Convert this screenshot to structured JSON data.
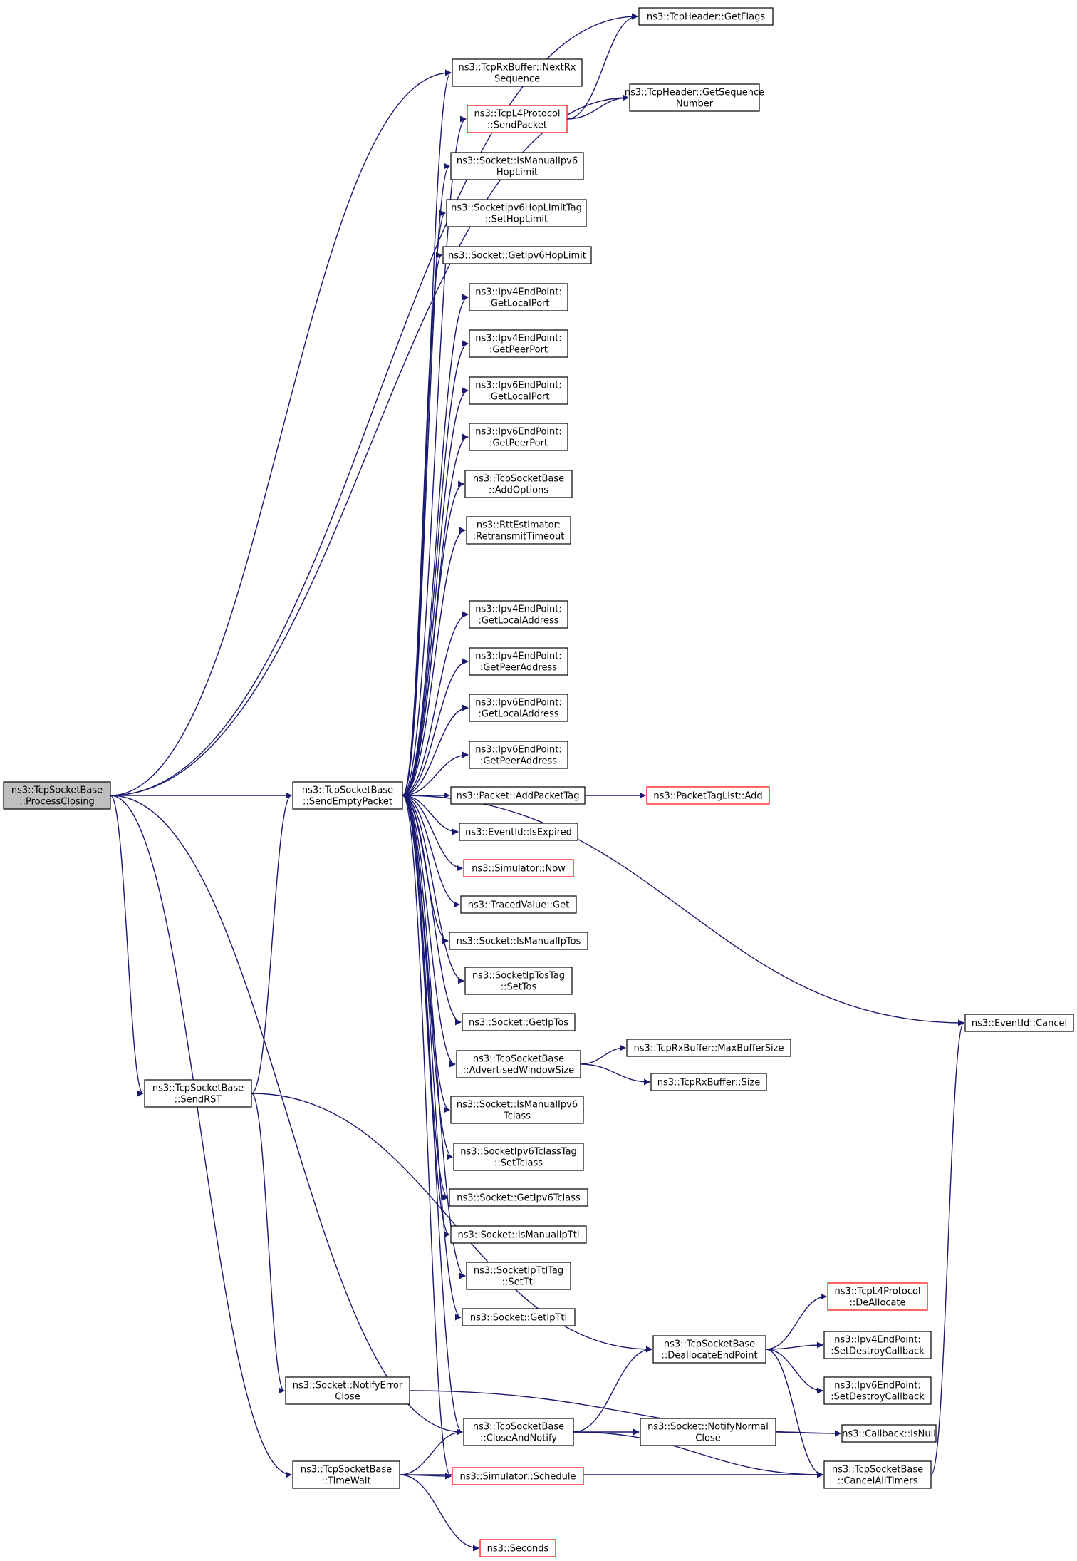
{
  "graph": {
    "root": "ProcessClosing",
    "nodes": {
      "ProcessClosing": {
        "lines": [
          "ns3::TcpSocketBase",
          "::ProcessClosing"
        ],
        "style": "current"
      },
      "SendEmptyPacket": {
        "lines": [
          "ns3::TcpSocketBase",
          "::SendEmptyPacket"
        ],
        "style": "normal"
      },
      "SendRST": {
        "lines": [
          "ns3::TcpSocketBase",
          "::SendRST"
        ],
        "style": "normal"
      },
      "TimeWait": {
        "lines": [
          "ns3::TcpSocketBase",
          "::TimeWait"
        ],
        "style": "normal"
      },
      "NotifyErrorClose": {
        "lines": [
          "ns3::Socket::NotifyError",
          "Close"
        ],
        "style": "normal"
      },
      "CloseAndNotify": {
        "lines": [
          "ns3::TcpSocketBase",
          "::CloseAndNotify"
        ],
        "style": "normal"
      },
      "DeallocateEndPoint": {
        "lines": [
          "ns3::TcpSocketBase",
          "::DeallocateEndPoint"
        ],
        "style": "normal"
      },
      "NotifyNormalClose": {
        "lines": [
          "ns3::Socket::NotifyNormal",
          "Close"
        ],
        "style": "normal"
      },
      "SimulatorSchedule": {
        "lines": [
          "ns3::Simulator::Schedule"
        ],
        "style": "red"
      },
      "Seconds": {
        "lines": [
          "ns3::Seconds"
        ],
        "style": "red"
      },
      "CancelAllTimers": {
        "lines": [
          "ns3::TcpSocketBase",
          "::CancelAllTimers"
        ],
        "style": "normal"
      },
      "CallbackIsNull": {
        "lines": [
          "ns3::Callback::IsNull"
        ],
        "style": "normal"
      },
      "TcpL4DeAllocate": {
        "lines": [
          "ns3::TcpL4Protocol",
          "::DeAllocate"
        ],
        "style": "red"
      },
      "Ipv4SetDestroyCallback": {
        "lines": [
          "ns3::Ipv4EndPoint:",
          ":SetDestroyCallback"
        ],
        "style": "normal"
      },
      "Ipv6SetDestroyCallback": {
        "lines": [
          "ns3::Ipv6EndPoint:",
          ":SetDestroyCallback"
        ],
        "style": "normal"
      },
      "EventIdCancel": {
        "lines": [
          "ns3::EventId::Cancel"
        ],
        "style": "normal"
      },
      "GetFlags": {
        "lines": [
          "ns3::TcpHeader::GetFlags"
        ],
        "style": "normal"
      },
      "GetSequenceNumber": {
        "lines": [
          "ns3::TcpHeader::GetSequence",
          "Number"
        ],
        "style": "normal"
      },
      "NextRxSequence": {
        "lines": [
          "ns3::TcpRxBuffer::NextRx",
          "Sequence"
        ],
        "style": "normal"
      },
      "TcpL4SendPacket": {
        "lines": [
          "ns3::TcpL4Protocol",
          "::SendPacket"
        ],
        "style": "red"
      },
      "IsManualIpv6HopLimit": {
        "lines": [
          "ns3::Socket::IsManualIpv6",
          "HopLimit"
        ],
        "style": "normal"
      },
      "SetHopLimit": {
        "lines": [
          "ns3::SocketIpv6HopLimitTag",
          "::SetHopLimit"
        ],
        "style": "normal"
      },
      "GetIpv6HopLimit": {
        "lines": [
          "ns3::Socket::GetIpv6HopLimit"
        ],
        "style": "normal"
      },
      "Ipv4GetLocalPort": {
        "lines": [
          "ns3::Ipv4EndPoint:",
          ":GetLocalPort"
        ],
        "style": "normal"
      },
      "Ipv4GetPeerPort": {
        "lines": [
          "ns3::Ipv4EndPoint:",
          ":GetPeerPort"
        ],
        "style": "normal"
      },
      "Ipv6GetLocalPort": {
        "lines": [
          "ns3::Ipv6EndPoint:",
          ":GetLocalPort"
        ],
        "style": "normal"
      },
      "Ipv6GetPeerPort": {
        "lines": [
          "ns3::Ipv6EndPoint:",
          ":GetPeerPort"
        ],
        "style": "normal"
      },
      "AddOptions": {
        "lines": [
          "ns3::TcpSocketBase",
          "::AddOptions"
        ],
        "style": "normal"
      },
      "RetransmitTimeout": {
        "lines": [
          "ns3::RttEstimator:",
          ":RetransmitTimeout"
        ],
        "style": "normal"
      },
      "Ipv4GetLocalAddress": {
        "lines": [
          "ns3::Ipv4EndPoint:",
          ":GetLocalAddress"
        ],
        "style": "normal"
      },
      "Ipv4GetPeerAddress": {
        "lines": [
          "ns3::Ipv4EndPoint:",
          ":GetPeerAddress"
        ],
        "style": "normal"
      },
      "Ipv6GetLocalAddress": {
        "lines": [
          "ns3::Ipv6EndPoint:",
          ":GetLocalAddress"
        ],
        "style": "normal"
      },
      "Ipv6GetPeerAddress": {
        "lines": [
          "ns3::Ipv6EndPoint:",
          ":GetPeerAddress"
        ],
        "style": "normal"
      },
      "AddPacketTag": {
        "lines": [
          "ns3::Packet::AddPacketTag"
        ],
        "style": "normal"
      },
      "PacketTagListAdd": {
        "lines": [
          "ns3::PacketTagList::Add"
        ],
        "style": "red"
      },
      "EventIdIsExpired": {
        "lines": [
          "ns3::EventId::IsExpired"
        ],
        "style": "normal"
      },
      "SimulatorNow": {
        "lines": [
          "ns3::Simulator::Now"
        ],
        "style": "red"
      },
      "TracedValueGet": {
        "lines": [
          "ns3::TracedValue::Get"
        ],
        "style": "normal"
      },
      "IsManualIpTos": {
        "lines": [
          "ns3::Socket::IsManualIpTos"
        ],
        "style": "normal"
      },
      "SetTos": {
        "lines": [
          "ns3::SocketIpTosTag",
          "::SetTos"
        ],
        "style": "normal"
      },
      "GetIpTos": {
        "lines": [
          "ns3::Socket::GetIpTos"
        ],
        "style": "normal"
      },
      "AdvertisedWindowSize": {
        "lines": [
          "ns3::TcpSocketBase",
          "::AdvertisedWindowSize"
        ],
        "style": "normal"
      },
      "MaxBufferSize": {
        "lines": [
          "ns3::TcpRxBuffer::MaxBufferSize"
        ],
        "style": "normal"
      },
      "RxBufferSize": {
        "lines": [
          "ns3::TcpRxBuffer::Size"
        ],
        "style": "normal"
      },
      "IsManualIpv6Tclass": {
        "lines": [
          "ns3::Socket::IsManualIpv6",
          "Tclass"
        ],
        "style": "normal"
      },
      "SetTclass": {
        "lines": [
          "ns3::SocketIpv6TclassTag",
          "::SetTclass"
        ],
        "style": "normal"
      },
      "GetIpv6Tclass": {
        "lines": [
          "ns3::Socket::GetIpv6Tclass"
        ],
        "style": "normal"
      },
      "IsManualIpTtl": {
        "lines": [
          "ns3::Socket::IsManualIpTtl"
        ],
        "style": "normal"
      },
      "SetTtl": {
        "lines": [
          "ns3::SocketIpTtlTag",
          "::SetTtl"
        ],
        "style": "normal"
      },
      "GetIpTtl": {
        "lines": [
          "ns3::Socket::GetIpTtl"
        ],
        "style": "normal"
      }
    },
    "edges": [
      [
        "ProcessClosing",
        "SendEmptyPacket"
      ],
      [
        "ProcessClosing",
        "GetFlags"
      ],
      [
        "ProcessClosing",
        "GetSequenceNumber"
      ],
      [
        "ProcessClosing",
        "NextRxSequence"
      ],
      [
        "ProcessClosing",
        "SendRST"
      ],
      [
        "ProcessClosing",
        "CloseAndNotify"
      ],
      [
        "ProcessClosing",
        "TimeWait"
      ],
      [
        "SendRST",
        "SendEmptyPacket"
      ],
      [
        "SendRST",
        "DeallocateEndPoint"
      ],
      [
        "SendRST",
        "NotifyErrorClose"
      ],
      [
        "NotifyErrorClose",
        "CallbackIsNull"
      ],
      [
        "TimeWait",
        "CloseAndNotify"
      ],
      [
        "TimeWait",
        "SimulatorSchedule"
      ],
      [
        "TimeWait",
        "Seconds"
      ],
      [
        "TimeWait",
        "CancelAllTimers"
      ],
      [
        "CloseAndNotify",
        "DeallocateEndPoint"
      ],
      [
        "CloseAndNotify",
        "NotifyNormalClose"
      ],
      [
        "CloseAndNotify",
        "CancelAllTimers"
      ],
      [
        "NotifyNormalClose",
        "CallbackIsNull"
      ],
      [
        "DeallocateEndPoint",
        "TcpL4DeAllocate"
      ],
      [
        "DeallocateEndPoint",
        "Ipv4SetDestroyCallback"
      ],
      [
        "DeallocateEndPoint",
        "Ipv6SetDestroyCallback"
      ],
      [
        "DeallocateEndPoint",
        "CancelAllTimers"
      ],
      [
        "CancelAllTimers",
        "EventIdCancel"
      ],
      [
        "TcpL4SendPacket",
        "GetFlags"
      ],
      [
        "TcpL4SendPacket",
        "GetSequenceNumber"
      ],
      [
        "AdvertisedWindowSize",
        "MaxBufferSize"
      ],
      [
        "AdvertisedWindowSize",
        "RxBufferSize"
      ],
      [
        "AddPacketTag",
        "PacketTagListAdd"
      ],
      [
        "SendEmptyPacket",
        "NextRxSequence"
      ],
      [
        "SendEmptyPacket",
        "TcpL4SendPacket"
      ],
      [
        "SendEmptyPacket",
        "IsManualIpv6HopLimit"
      ],
      [
        "SendEmptyPacket",
        "SetHopLimit"
      ],
      [
        "SendEmptyPacket",
        "GetIpv6HopLimit"
      ],
      [
        "SendEmptyPacket",
        "Ipv4GetLocalPort"
      ],
      [
        "SendEmptyPacket",
        "Ipv4GetPeerPort"
      ],
      [
        "SendEmptyPacket",
        "Ipv6GetLocalPort"
      ],
      [
        "SendEmptyPacket",
        "Ipv6GetPeerPort"
      ],
      [
        "SendEmptyPacket",
        "AddOptions"
      ],
      [
        "SendEmptyPacket",
        "RetransmitTimeout"
      ],
      [
        "SendEmptyPacket",
        "EventIdCancel"
      ],
      [
        "SendEmptyPacket",
        "Ipv4GetLocalAddress"
      ],
      [
        "SendEmptyPacket",
        "Ipv4GetPeerAddress"
      ],
      [
        "SendEmptyPacket",
        "Ipv6GetLocalAddress"
      ],
      [
        "SendEmptyPacket",
        "Ipv6GetPeerAddress"
      ],
      [
        "SendEmptyPacket",
        "AddPacketTag"
      ],
      [
        "SendEmptyPacket",
        "EventIdIsExpired"
      ],
      [
        "SendEmptyPacket",
        "SimulatorNow"
      ],
      [
        "SendEmptyPacket",
        "TracedValueGet"
      ],
      [
        "SendEmptyPacket",
        "IsManualIpTos"
      ],
      [
        "SendEmptyPacket",
        "SetTos"
      ],
      [
        "SendEmptyPacket",
        "GetIpTos"
      ],
      [
        "SendEmptyPacket",
        "AdvertisedWindowSize"
      ],
      [
        "SendEmptyPacket",
        "IsManualIpv6Tclass"
      ],
      [
        "SendEmptyPacket",
        "SetTclass"
      ],
      [
        "SendEmptyPacket",
        "GetIpv6Tclass"
      ],
      [
        "SendEmptyPacket",
        "IsManualIpTtl"
      ],
      [
        "SendEmptyPacket",
        "SetTtl"
      ],
      [
        "SendEmptyPacket",
        "GetIpTtl"
      ],
      [
        "SendEmptyPacket",
        "CloseAndNotify"
      ],
      [
        "SendEmptyPacket",
        "SimulatorSchedule"
      ]
    ]
  }
}
